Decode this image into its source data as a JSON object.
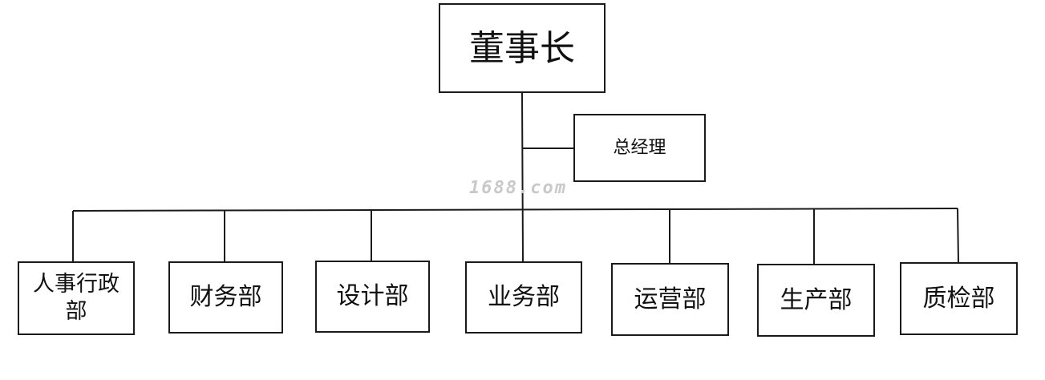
{
  "org_chart": {
    "chairman": "董事长",
    "general_manager": "总经理",
    "departments": [
      "人事行政部",
      "财务部",
      "设计部",
      "业务部",
      "运营部",
      "生产部",
      "质检部"
    ]
  },
  "watermark": "1688.com"
}
